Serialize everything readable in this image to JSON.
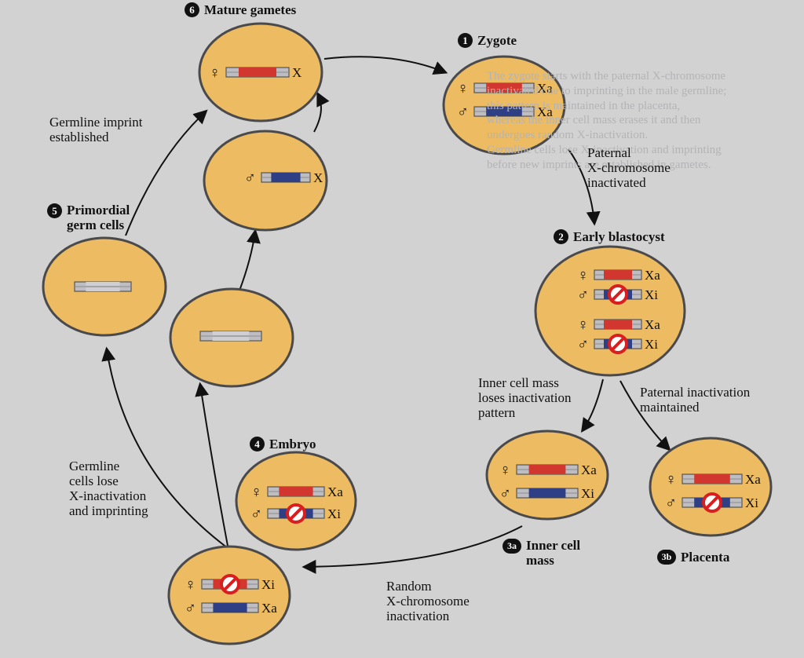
{
  "stages": {
    "zygote": {
      "number": "1",
      "label": "Zygote"
    },
    "early_blastocyst": {
      "number": "2",
      "label": "Early blastocyst"
    },
    "inner_cell_mass": {
      "number": "3a",
      "label": "Inner cell",
      "label2": "mass"
    },
    "placenta": {
      "number": "3b",
      "label": "Placenta"
    },
    "embryo": {
      "number": "4",
      "label": "Embryo"
    },
    "primordial_germ_cells": {
      "number": "5",
      "label": "Primordial",
      "label2": "germ cells"
    },
    "mature_gametes": {
      "number": "6",
      "label": "Mature gametes"
    }
  },
  "annotations": {
    "paternal_x_inactivated": [
      "Paternal",
      "X-chromosome",
      "inactivated"
    ],
    "icm_loses_pattern": [
      "Inner cell mass",
      "loses inactivation",
      "pattern"
    ],
    "paternal_maintained": [
      "Paternal inactivation",
      "maintained"
    ],
    "random_x_inactivation": [
      "Random",
      "X-chromosome",
      "inactivation"
    ],
    "germline_lose": [
      "Germline",
      "cells lose",
      "X-inactivation",
      "and imprinting"
    ],
    "germline_imprint": [
      "Germline imprint",
      "established"
    ]
  },
  "chromosome_labels": {
    "xa": "Xa",
    "xi": "Xi",
    "x": "X",
    "female_symbol": "♀",
    "male_symbol": "♂"
  },
  "colors": {
    "cell_fill": "#ecbb62",
    "cell_border": "#4a4a4c",
    "maternal_band": "#d2372f",
    "paternal_band": "#2e3f85",
    "inactive_symbol": "#d81e1e",
    "background": "#d2d2d3"
  },
  "background_text": [
    "The zygote starts with the paternal X-chromosome",
    "inactivated due to imprinting in the male germline;",
    "this pattern is maintained in the placenta,",
    "whereas the inner cell mass erases it and then",
    "undergoes random X-inactivation.",
    "Germline cells lose X-inactivation and imprinting",
    "before new imprints are established in gametes."
  ]
}
